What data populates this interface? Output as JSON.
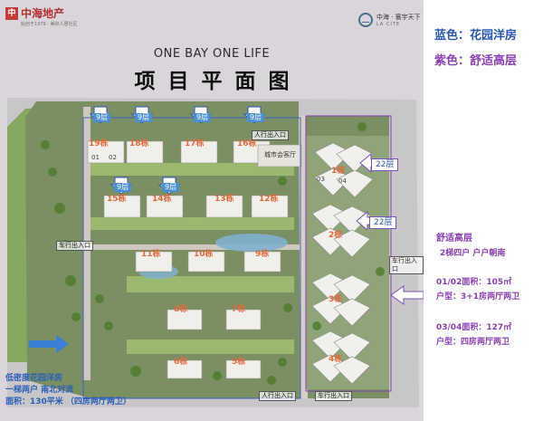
{
  "header": {
    "brand_left_mark": "中",
    "brand_left_name": "中海地产",
    "brand_left_sub": "始创于1979 · 美好人居社区",
    "brand_right_name": "中海 · 寰宇天下",
    "brand_right_sub": "LA CITE",
    "slogan": "ONE BAY ONE LIFE",
    "title": "项目平面图"
  },
  "legend": {
    "blue": "蓝色：花园洋房",
    "purple": "紫色：舒适高层"
  },
  "floors": {
    "nine": "9层",
    "twentytwo": "22层"
  },
  "buildings": {
    "b19": "19栋",
    "b18": "18栋",
    "b17": "17栋",
    "b16": "16栋",
    "b15": "15栋",
    "b14": "14栋",
    "b13": "13栋",
    "b12": "12栋",
    "b11": "11栋",
    "b10": "10栋",
    "b9": "9栋",
    "b8": "8栋",
    "b7": "7栋",
    "b6": "6栋",
    "b5": "5栋",
    "b1": "1栋",
    "b2": "2栋",
    "b3": "3栋",
    "b4": "4栋"
  },
  "units": {
    "u01": "01",
    "u02": "02",
    "u03": "03",
    "u04": "04"
  },
  "entrances": {
    "pedestrian_top": "人行出入口",
    "vehicle_left": "车行出入口",
    "vehicle_right": "车行出入口",
    "pedestrian_bottom": "人行出入口",
    "vehicle_bottom": "车行出入口"
  },
  "club": "城市会客厅",
  "garden_note": {
    "line1": "低密度花园洋房",
    "line2": "一梯两户  南北对流",
    "line3": "面积：130平米  （四房两厅两卫）"
  },
  "highrise_info": {
    "title": "舒适高层",
    "layout": "2梯四户  户户朝南",
    "area_0102": "01/02面积：105㎡",
    "type_0102": "户型：3+1房两厅两卫",
    "area_0304": "03/04面积：127㎡",
    "type_0304": "户型：四房两厅两卫"
  },
  "colors": {
    "blue": "#2a57b8",
    "purple": "#8b3fb4",
    "building_label": "#e06a3c",
    "brand_red": "#b23030"
  }
}
